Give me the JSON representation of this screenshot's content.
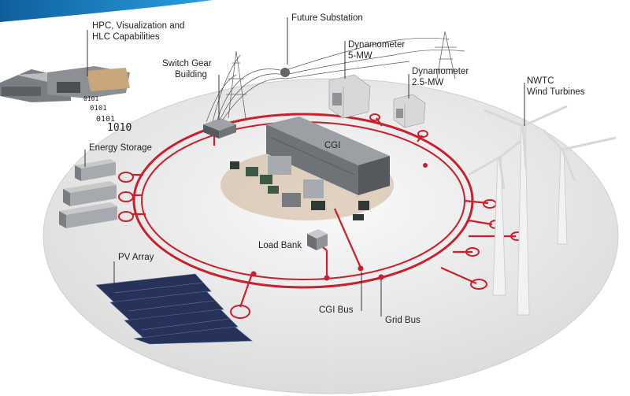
{
  "labels": {
    "hpc": "HPC, Visualization and",
    "hpc2": "HLC Capabilities",
    "substation": "Future Substation",
    "switchgear": "Switch Gear",
    "switchgear2": "Building",
    "dyno5": "Dynamometer",
    "dyno5b": "5-MW",
    "dyno25": "Dynamometer",
    "dyno25b": "2.5-MW",
    "nwtc": "NWTC",
    "nwtc2": "Wind Turbines",
    "energy_storage": "Energy Storage",
    "cgi": "CGI",
    "load_bank": "Load Bank",
    "pv_array": "PV Array",
    "cgi_bus": "CGI Bus",
    "grid_bus": "Grid Bus"
  },
  "binary": [
    "0101",
    "0101",
    "0101",
    "1010"
  ],
  "colors": {
    "bus_red": "#c8202c",
    "platform": "#eeeeee",
    "accent_blue": "#1f86c8"
  }
}
